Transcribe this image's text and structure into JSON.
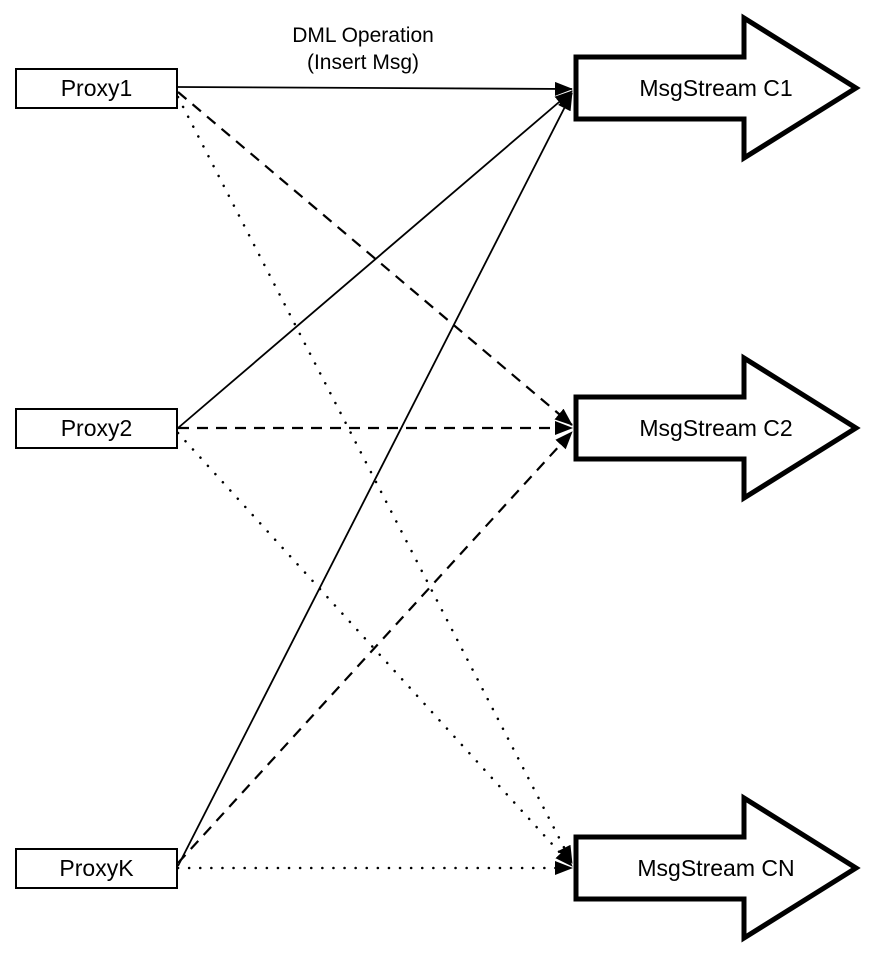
{
  "diagram": {
    "annotation": {
      "line1": "DML Operation",
      "line2": "(Insert Msg)"
    },
    "proxies": [
      {
        "id": "proxy1",
        "label": "Proxy1"
      },
      {
        "id": "proxy2",
        "label": "Proxy2"
      },
      {
        "id": "proxyk",
        "label": "ProxyK"
      }
    ],
    "streams": [
      {
        "id": "c1",
        "label": "MsgStream C1"
      },
      {
        "id": "c2",
        "label": "MsgStream C2"
      },
      {
        "id": "cn",
        "label": "MsgStream CN"
      }
    ],
    "edges": [
      {
        "from": "Proxy1",
        "to": "MsgStream C1",
        "style": "solid"
      },
      {
        "from": "Proxy1",
        "to": "MsgStream C2",
        "style": "dashed"
      },
      {
        "from": "Proxy1",
        "to": "MsgStream CN",
        "style": "dotted"
      },
      {
        "from": "Proxy2",
        "to": "MsgStream C1",
        "style": "solid"
      },
      {
        "from": "Proxy2",
        "to": "MsgStream C2",
        "style": "dashed"
      },
      {
        "from": "Proxy2",
        "to": "MsgStream CN",
        "style": "dotted"
      },
      {
        "from": "ProxyK",
        "to": "MsgStream C1",
        "style": "solid"
      },
      {
        "from": "ProxyK",
        "to": "MsgStream C2",
        "style": "dashed"
      },
      {
        "from": "ProxyK",
        "to": "MsgStream CN",
        "style": "dotted"
      }
    ],
    "colors": {
      "stroke": "#000000",
      "fill": "#ffffff"
    }
  }
}
